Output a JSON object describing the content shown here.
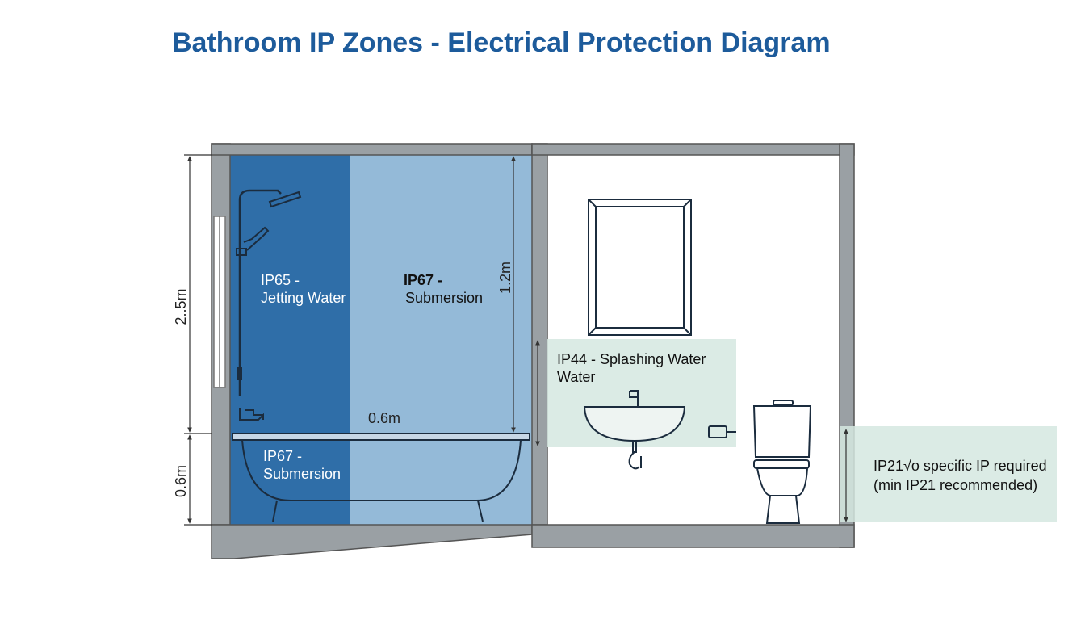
{
  "title": "Bathroom IP Zones - Electrical Protection Diagram",
  "zones": {
    "zone0": {
      "line1": "IP67 -",
      "line2": "Submersion"
    },
    "zone1": {
      "line1": "IP67 -",
      "line2": "Submersion"
    },
    "zone2": {
      "line1": "IP65 -",
      "line2": "Jetting Water"
    },
    "zone3": {
      "line1": "IP44 - Splashing Water",
      "line2": "Water"
    },
    "outside": {
      "line1": "IP21√o specific IP required",
      "line2": "(min IP21 recommended)"
    }
  },
  "dimensions": {
    "total_height": "2..5m",
    "bath_height": "0.6m",
    "zone2_height": "1.2m",
    "zone2_width": "0.6m"
  },
  "colors": {
    "title": "#1d5b9b",
    "zone_dark": "#2f6ea8",
    "zone_light": "#94bad8",
    "zone_green": "#d5e8e1",
    "wall": "#9aa0a4"
  }
}
